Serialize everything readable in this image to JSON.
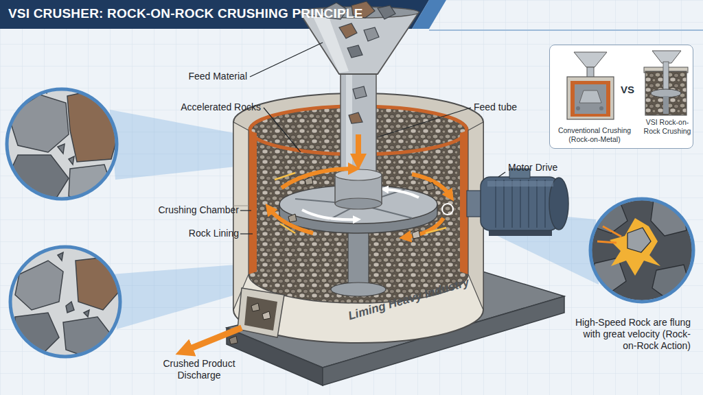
{
  "diagram": {
    "title": "VSI CRUSHER: ROCK-ON-ROCK CRUSHING PRINCIPLE",
    "nodes": [
      {
        "text": [
          "Conventional Crushing (Rock-on-Metal)",
          "VS",
          "VSI Rock-on-Rock Crushing"
        ]
      }
    ],
    "labels": [
      "Feed Material",
      "Accelerated Rocks",
      "Feed tube",
      "Crushing Chamber",
      "Rock Lining",
      "Motor Drive",
      "High-Speed Rock are flung with great velocity (Rock-on-Rock Action)",
      "Crushed Product Discharge",
      "Liming Heavy Industry"
    ]
  }
}
